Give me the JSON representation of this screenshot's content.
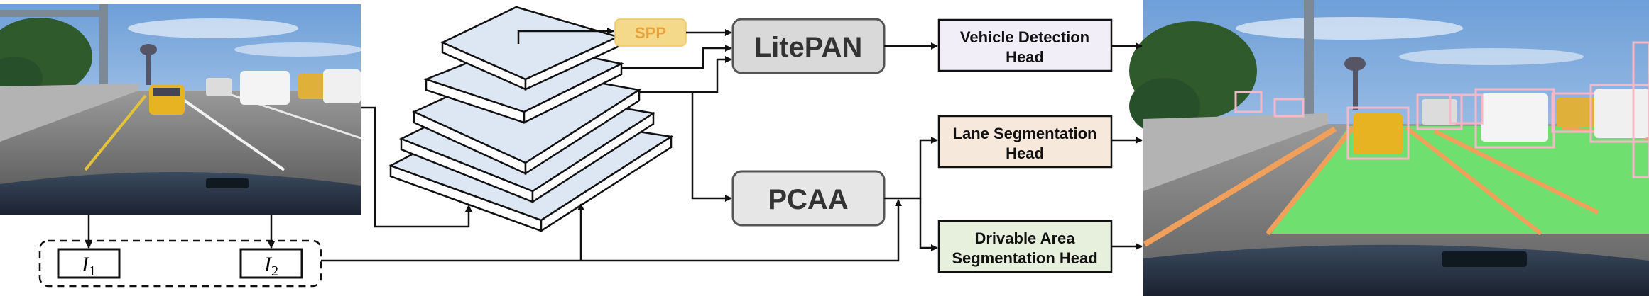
{
  "modules": {
    "spp": "SPP",
    "litepan": "LitePAN",
    "pcaa": "PCAA"
  },
  "heads": {
    "vehicle_line1": "Vehicle Detection",
    "vehicle_line2": "Head",
    "lane_line1": "Lane Segmentation",
    "lane_line2": "Head",
    "drivable_line1": "Drivable Area",
    "drivable_line2": "Segmentation Head"
  },
  "inputs": {
    "frame1_symbol": "I",
    "frame1_sub": "1",
    "frame2_symbol": "I",
    "frame2_sub": "2"
  },
  "colors": {
    "spp_fill": "#f5d98a",
    "spp_text": "#e8a33a",
    "module_fill": "#d9d9d9",
    "vehicle_head_fill": "#f2eef8",
    "lane_head_fill": "#f7e8dc",
    "drivable_head_fill": "#e6f0dc",
    "layer_fill": "#dde7f4",
    "drivable_overlay": "#6fe06f",
    "lane_overlay": "#f0a05a",
    "box_overlay": "#f4b8c8"
  }
}
